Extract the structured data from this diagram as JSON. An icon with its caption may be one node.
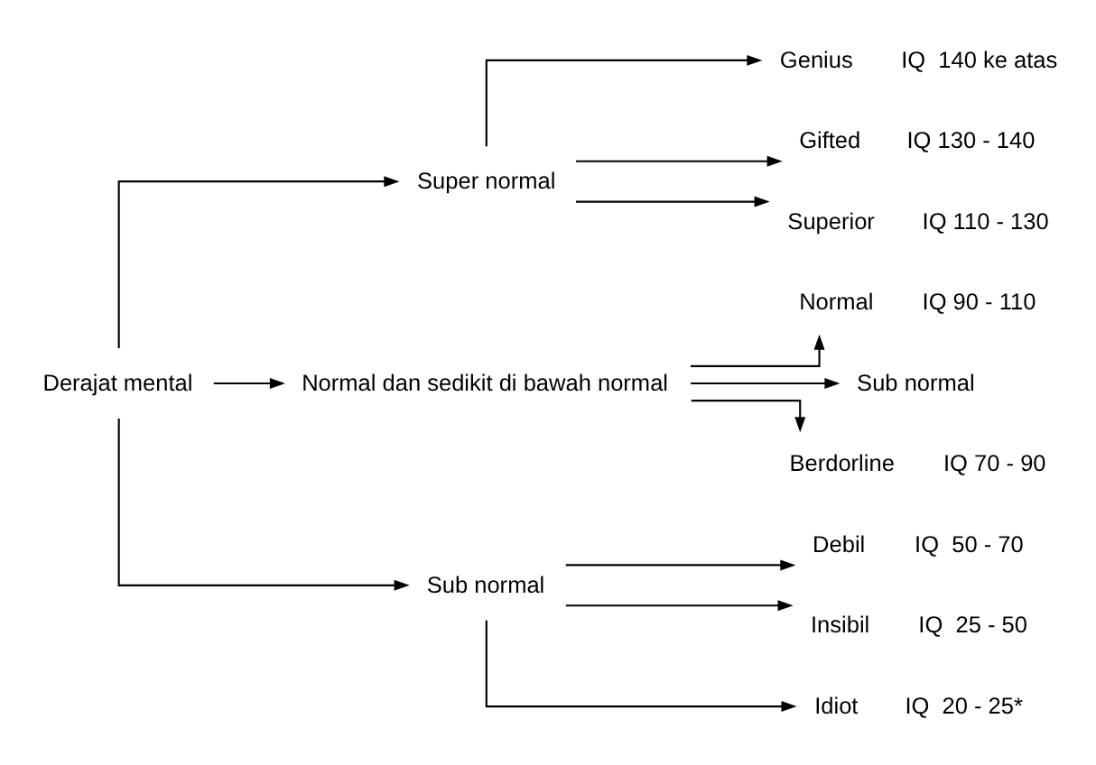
{
  "diagram": {
    "nodes": [
      {
        "text": [
          "Derajat mental"
        ]
      },
      {
        "text": [
          "Super normal"
        ]
      },
      {
        "text": [
          "Genius"
        ],
        "beside": [
          "IQ  140 ke atas"
        ]
      },
      {
        "text": [
          "Gifted"
        ],
        "beside": [
          "IQ 130 - 140"
        ]
      },
      {
        "text": [
          "Superior"
        ],
        "beside": [
          "IQ 110 - 130"
        ]
      },
      {
        "text": [
          "Normal dan sedikit di bawah normal"
        ]
      },
      {
        "text": [
          "Normal"
        ],
        "beside": [
          "IQ 90 - 110"
        ]
      },
      {
        "text": [
          "Sub normal"
        ]
      },
      {
        "text": [
          "Berdorline"
        ],
        "beside": [
          "IQ 70 - 90"
        ]
      },
      {
        "text": [
          "Sub normal"
        ]
      },
      {
        "text": [
          "Debil"
        ],
        "beside": [
          "IQ  50 - 70"
        ]
      },
      {
        "text": [
          "Insibil"
        ],
        "beside": [
          "IQ  25 - 50"
        ]
      },
      {
        "text": [
          "Idiot"
        ],
        "beside": [
          "IQ  20 - 25*"
        ]
      }
    ],
    "edges": [
      {
        "from": 0,
        "to": 1,
        "arrow": "to"
      },
      {
        "from": 1,
        "to": 2,
        "arrow": "to"
      },
      {
        "from": 1,
        "to": 3,
        "arrow": "to"
      },
      {
        "from": 1,
        "to": 4,
        "arrow": "to"
      },
      {
        "from": 0,
        "to": 5,
        "arrow": "to"
      },
      {
        "from": 5,
        "to": 6,
        "arrow": "to"
      },
      {
        "from": 5,
        "to": 7,
        "arrow": "to"
      },
      {
        "from": 5,
        "to": 8,
        "arrow": "to"
      },
      {
        "from": 0,
        "to": 9,
        "arrow": "to"
      },
      {
        "from": 9,
        "to": 10,
        "arrow": "to"
      },
      {
        "from": 9,
        "to": 11,
        "arrow": "to"
      },
      {
        "from": 9,
        "to": 12,
        "arrow": "to"
      }
    ]
  }
}
